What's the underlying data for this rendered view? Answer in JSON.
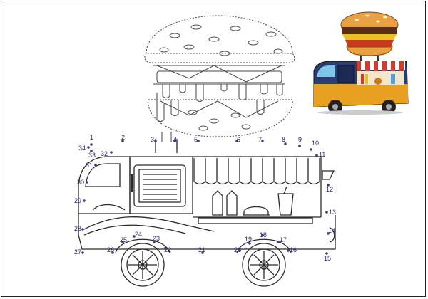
{
  "worksheet": {
    "title": "",
    "dot_labels": [
      "1",
      "2",
      "3",
      "4",
      "5",
      "6",
      "7",
      "8",
      "9",
      "10",
      "11",
      "12",
      "13",
      "14",
      "15",
      "16",
      "17",
      "18",
      "19",
      "20",
      "21",
      "22",
      "23",
      "24",
      "25",
      "26",
      "27",
      "28",
      "29",
      "30",
      "31",
      "32",
      "33",
      "34"
    ],
    "colors": {
      "line": "#2b2b2b",
      "dot": "#3a3a8a",
      "truck_blue": "#2a3d73",
      "truck_orange": "#e8a020",
      "awning_red": "#d9392b",
      "bun": "#e8a040"
    }
  }
}
